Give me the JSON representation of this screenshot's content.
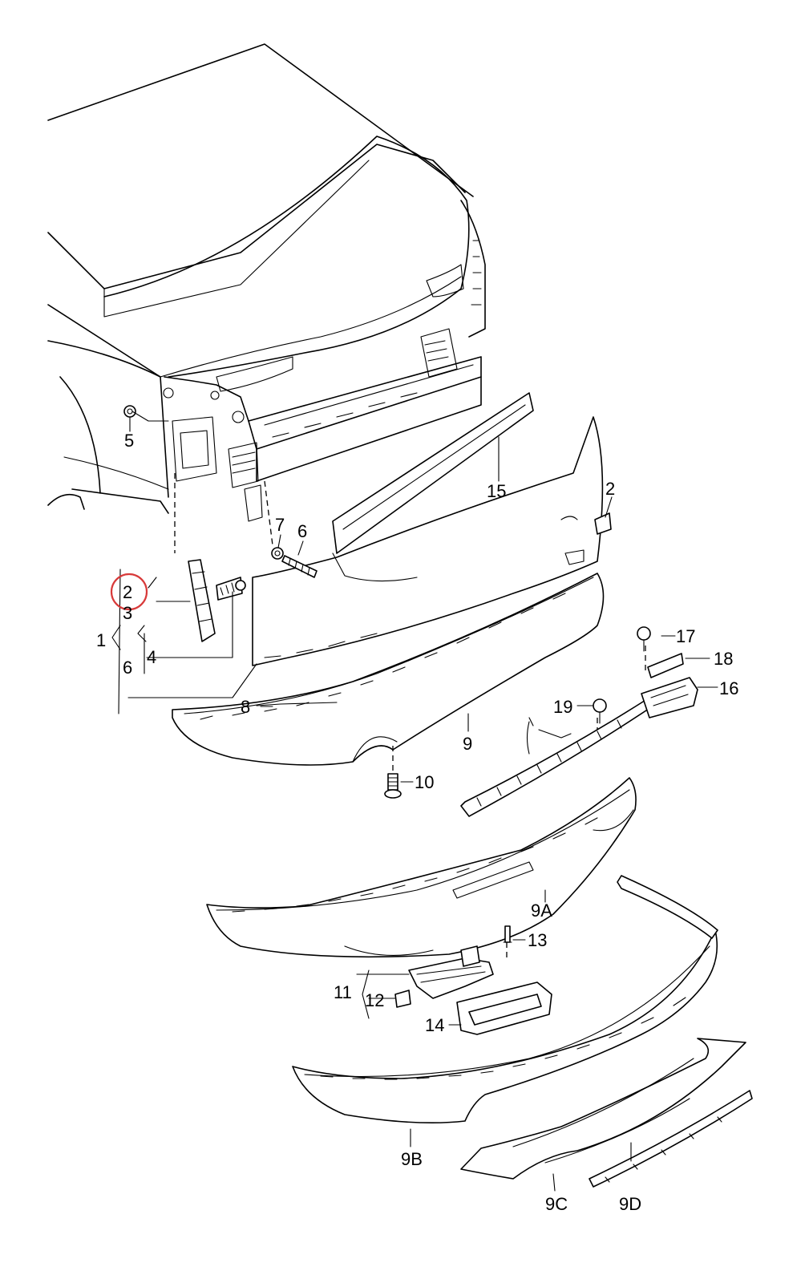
{
  "diagram": {
    "highlight_color": "#d83a3a",
    "callouts": {
      "c1": "1",
      "c2_left": "2",
      "c2_right": "2",
      "c3": "3",
      "c4": "4",
      "c5": "5",
      "c6_left": "6",
      "c6_top": "6",
      "c7": "7",
      "c8": "8",
      "c9": "9",
      "c9a": "9A",
      "c9b": "9B",
      "c9c": "9C",
      "c9d": "9D",
      "c10": "10",
      "c11": "11",
      "c12": "12",
      "c13": "13",
      "c14": "14",
      "c15": "15",
      "c16": "16",
      "c17": "17",
      "c18": "18",
      "c19": "19"
    }
  }
}
